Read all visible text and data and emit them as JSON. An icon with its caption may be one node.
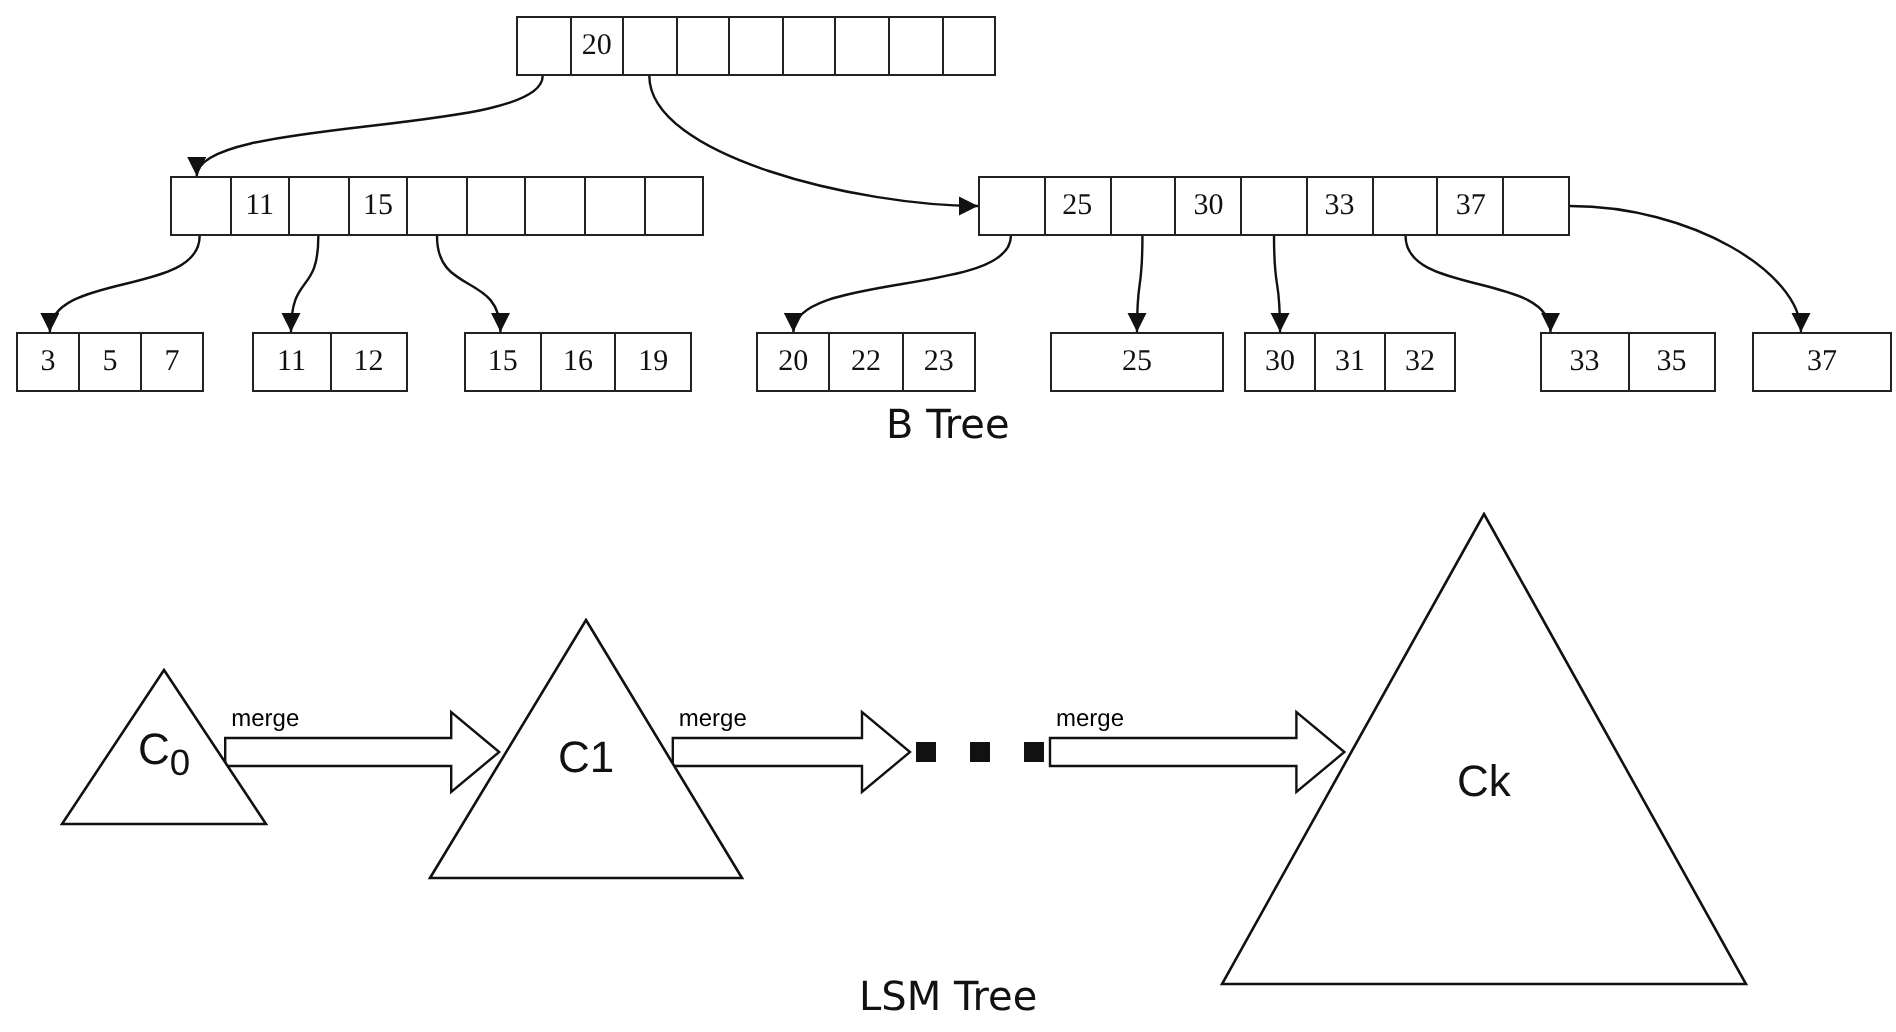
{
  "diagram": {
    "nodes": [
      {
        "text": [
          "20"
        ]
      },
      {
        "text": [
          "11",
          "15"
        ]
      },
      {
        "text": [
          "25",
          "30",
          "33",
          "37"
        ]
      },
      {
        "text": [
          "3",
          "5",
          "7"
        ]
      },
      {
        "text": [
          "11",
          "12"
        ]
      },
      {
        "text": [
          "15",
          "16",
          "19"
        ]
      },
      {
        "text": [
          "20",
          "22",
          "23"
        ]
      },
      {
        "text": [
          "25"
        ]
      },
      {
        "text": [
          "30",
          "31",
          "32"
        ]
      },
      {
        "text": [
          "33",
          "35"
        ]
      },
      {
        "text": [
          "37"
        ]
      },
      {
        "text": [
          "C$_{0}$"
        ]
      },
      {
        "text": [
          "C1"
        ]
      },
      {
        "text": [],
        "shape": "dots"
      },
      {
        "text": [
          "Ck"
        ]
      }
    ],
    "edges": [
      {
        "from": 0,
        "to": 1,
        "arrow": "to"
      },
      {
        "from": 0,
        "to": 2,
        "arrow": "to"
      },
      {
        "from": 1,
        "to": 3,
        "arrow": "to"
      },
      {
        "from": 1,
        "to": 4,
        "arrow": "to"
      },
      {
        "from": 1,
        "to": 5,
        "arrow": "to"
      },
      {
        "from": 2,
        "to": 6,
        "arrow": "to"
      },
      {
        "from": 2,
        "to": 7,
        "arrow": "to"
      },
      {
        "from": 2,
        "to": 8,
        "arrow": "to"
      },
      {
        "from": 2,
        "to": 9,
        "arrow": "to"
      },
      {
        "from": 2,
        "to": 10,
        "arrow": "to"
      },
      {
        "from": 11,
        "to": 12,
        "label": "merge",
        "arrow": "to"
      },
      {
        "from": 12,
        "to": 13,
        "label": "merge",
        "arrow": "to"
      },
      {
        "from": 13,
        "to": 14,
        "label": "merge",
        "arrow": "to"
      }
    ],
    "labels": [
      "B Tree",
      "LSM Tree"
    ]
  }
}
